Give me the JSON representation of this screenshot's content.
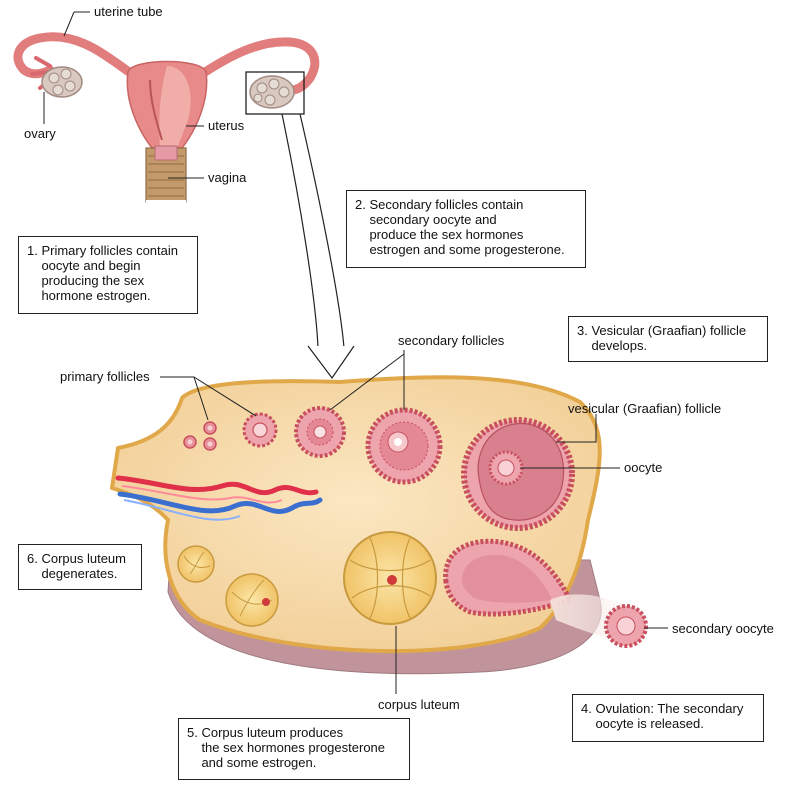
{
  "labels": {
    "uterine_tube": "uterine tube",
    "ovary": "ovary",
    "uterus": "uterus",
    "vagina": "vagina",
    "primary_follicles": "primary follicles",
    "secondary_follicles": "secondary follicles",
    "vesicular_follicle": "vesicular (Graafian) follicle",
    "oocyte": "oocyte",
    "secondary_oocyte": "secondary oocyte",
    "corpus_luteum": "corpus luteum"
  },
  "steps": [
    {
      "text": "1. Primary follicles contain\n    oocyte and begin\n    producing the sex\n    hormone estrogen."
    },
    {
      "text": "2. Secondary follicles contain\n    secondary oocyte and\n    produce the sex hormones\n    estrogen and some progesterone."
    },
    {
      "text": "3. Vesicular (Graafian) follicle\n    develops."
    },
    {
      "text": "4. Ovulation: The secondary\n    oocyte is released."
    },
    {
      "text": "5. Corpus luteum produces\n    the sex hormones progesterone\n    and some estrogen."
    },
    {
      "text": "6. Corpus luteum\n    degenerates."
    }
  ],
  "colors": {
    "ovary_tissue": "#f6dcae",
    "ovary_border": "#e1a84a",
    "follicle": "#e8909a",
    "follicle_dark": "#c8505e",
    "corpus_luteum": "#f7d88a",
    "artery": "#e0304a",
    "vein": "#3a6fd0",
    "uterus": "#e88a8a"
  }
}
